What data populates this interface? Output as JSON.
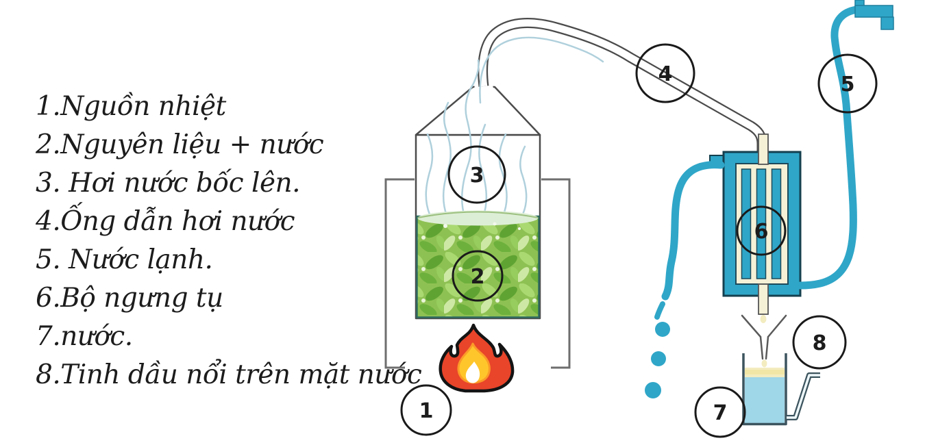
{
  "legend": {
    "items": [
      {
        "number": "1.",
        "label": "Nguồn nhiệt"
      },
      {
        "number": "2.",
        "label": "Nguyên liệu + nước"
      },
      {
        "number": "3.",
        "label": " Hơi nước bốc lên."
      },
      {
        "number": "4.",
        "label": "Ống dẫn hơi nước"
      },
      {
        "number": "5.",
        "label": " Nước lạnh."
      },
      {
        "number": "6.",
        "label": "Bộ ngưng tụ"
      },
      {
        "number": "7.",
        "label": "nước."
      },
      {
        "number": "8.",
        "label": "Tinh dầu nổi trên mặt nước"
      }
    ]
  },
  "diagram": {
    "markers": [
      {
        "number": "1",
        "name": "heat-source"
      },
      {
        "number": "2",
        "name": "raw-material-plus-water"
      },
      {
        "number": "3",
        "name": "steam-rising"
      },
      {
        "number": "4",
        "name": "steam-pipe"
      },
      {
        "number": "5",
        "name": "cold-water"
      },
      {
        "number": "6",
        "name": "condenser-unit"
      },
      {
        "number": "7",
        "name": "water"
      },
      {
        "number": "8",
        "name": "essential-oil-on-water"
      }
    ],
    "colors": {
      "pipe_teal": "#2fa6c8",
      "condenser_fill": "#2fa6c8",
      "condenser_outline": "#14404f",
      "coil_cream": "#f4f1d7",
      "water_light": "#9fd6e8",
      "oil_pale": "#f3ecc0",
      "leaf_green": "#8ec153",
      "flame_red": "#e8452a",
      "flame_yellow": "#ffc62b",
      "flame_core": "#ffffff"
    }
  }
}
